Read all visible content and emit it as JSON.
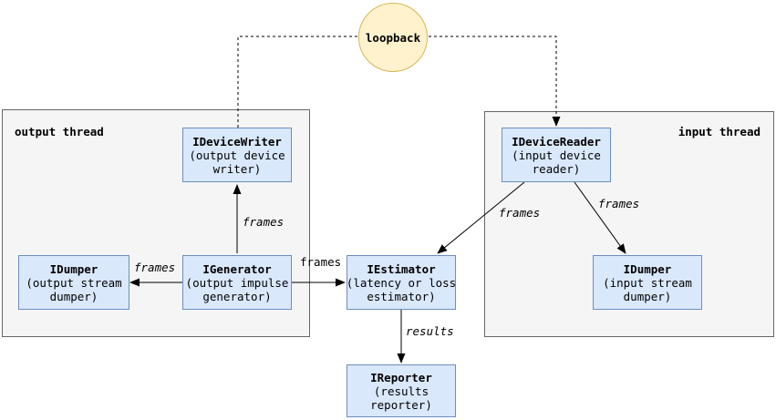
{
  "colors": {
    "node_fill": "#dae8fc",
    "node_border": "#6c8ebf",
    "loopback_fill": "#fff2cc",
    "loopback_border": "#d6b656",
    "container_fill": "#f5f5f5",
    "container_border": "#666666",
    "edge": "#000000",
    "text": "#000000"
  },
  "loopback": {
    "label": "loopback"
  },
  "containers": {
    "output": {
      "label": "output thread"
    },
    "input": {
      "label": "input thread"
    }
  },
  "nodes": {
    "writer": {
      "title": "IDeviceWriter",
      "lines": [
        "(output device",
        "writer)"
      ]
    },
    "dumper_out": {
      "title": "IDumper",
      "lines": [
        "(output stream",
        "dumper)"
      ]
    },
    "generator": {
      "title": "IGenerator",
      "lines": [
        "(output impulse",
        "generator)"
      ]
    },
    "estimator": {
      "title": "IEstimator",
      "lines": [
        "(latency or loss",
        "estimator)"
      ]
    },
    "reader": {
      "title": "IDeviceReader",
      "lines": [
        "(input device",
        "reader)"
      ]
    },
    "dumper_in": {
      "title": "IDumper",
      "lines": [
        "(input stream",
        "dumper)"
      ]
    },
    "reporter": {
      "title": "IReporter",
      "lines": [
        "(results",
        "reporter)"
      ]
    }
  },
  "edge_labels": {
    "generator_to_writer": "frames",
    "generator_to_dumper": "frames",
    "generator_to_estimator": "frames",
    "reader_to_estimator": "frames",
    "reader_to_dumper": "frames",
    "estimator_to_reporter": "results"
  }
}
